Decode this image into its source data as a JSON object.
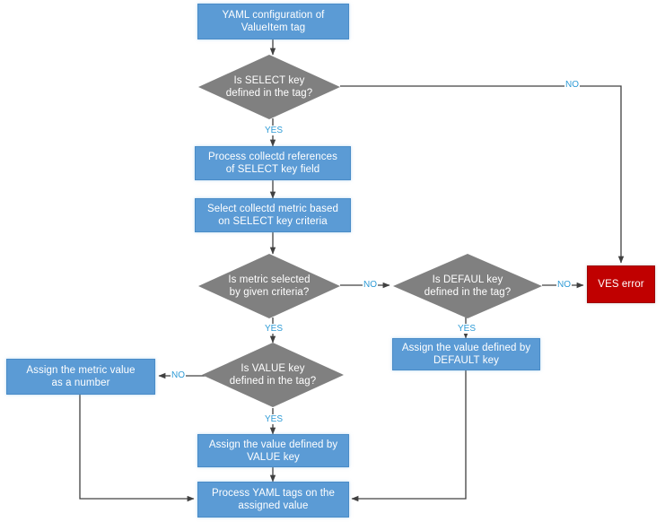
{
  "diagram": {
    "title": "YAML ValueItem tag processing flowchart",
    "colors": {
      "process_fill": "#5B9BD5",
      "decision_fill": "#808080",
      "error_fill": "#C00000",
      "edge_label": "#2E9BD6",
      "connector": "#404040",
      "node_text": "#FFFFFF",
      "background": "#FFFFFF"
    },
    "nodes": [
      {
        "id": "start",
        "type": "process",
        "text": "YAML configuration of ValueItem tag",
        "line1": "YAML configuration of",
        "line2": "ValueItem tag"
      },
      {
        "id": "select_key",
        "type": "decision",
        "text": "Is SELECT key defined in the tag?",
        "line1": "Is SELECT key",
        "line2": "defined in the tag?"
      },
      {
        "id": "process_refs",
        "type": "process",
        "text": "Process collectd references of SELECT key field",
        "line1": "Process collectd references",
        "line2": "of SELECT key field"
      },
      {
        "id": "select_metric",
        "type": "process",
        "text": "Select collectd metric based on SELECT key criteria",
        "line1": "Select collectd metric based",
        "line2": "on SELECT key criteria"
      },
      {
        "id": "metric_selected",
        "type": "decision",
        "text": "Is metric selected by given criteria?",
        "line1": "Is metric selected",
        "line2": "by given criteria?"
      },
      {
        "id": "defaul_key",
        "type": "decision",
        "text": "Is DEFAUL key defined in the tag?",
        "line1": "Is DEFAUL key",
        "line2": "defined in the tag?"
      },
      {
        "id": "ves_error",
        "type": "error",
        "text": "VES error",
        "line1": "VES error",
        "line2": ""
      },
      {
        "id": "assign_default",
        "type": "process",
        "text": "Assign the value defined by DEFAULT key",
        "line1": "Assign the value defined by",
        "line2": "DEFAULT key"
      },
      {
        "id": "value_key",
        "type": "decision",
        "text": "Is VALUE key defined in the tag?",
        "line1": "Is VALUE key",
        "line2": "defined in the tag?"
      },
      {
        "id": "assign_number",
        "type": "process",
        "text": "Assign the metric value as a number",
        "line1": "Assign the metric value",
        "line2": "as a number"
      },
      {
        "id": "assign_value",
        "type": "process",
        "text": "Assign the value defined by VALUE key",
        "line1": "Assign the value defined by",
        "line2": "VALUE key"
      },
      {
        "id": "process_yaml",
        "type": "process",
        "text": "Process YAML tags on the assigned value",
        "line1": "Process YAML tags on the",
        "line2": "assigned value"
      }
    ],
    "edge_labels": {
      "select_no": "NO",
      "select_yes": "YES",
      "metric_no": "NO",
      "metric_yes": "YES",
      "defaul_no": "NO",
      "defaul_yes": "YES",
      "value_no": "NO",
      "value_yes": "YES"
    }
  }
}
